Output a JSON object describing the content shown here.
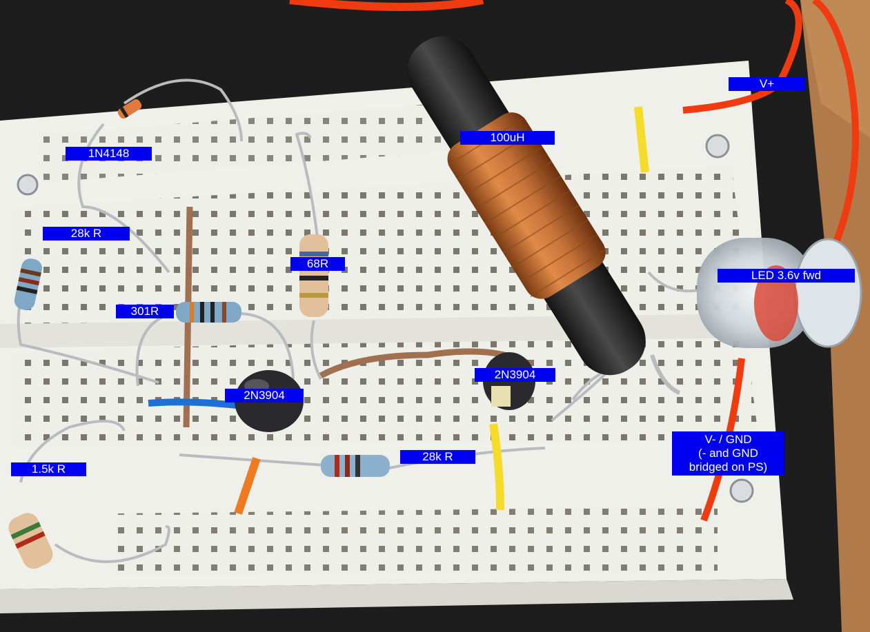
{
  "labels": {
    "diode": "1N4148",
    "resistor_28k_top": "28k R",
    "resistor_301": "301R",
    "resistor_68": "68R",
    "inductor": "100uH",
    "v_plus": "V+",
    "led": "LED 3.6v fwd",
    "transistor_left": "2N3904",
    "transistor_right": "2N3904",
    "resistor_28k_bottom": "28k R",
    "resistor_1_5k": "1.5k R",
    "gnd": "V- / GND\n(- and GND\nbridged on PS)"
  },
  "colors": {
    "label_bg": "#0000f0",
    "label_text": "#ffffff",
    "breadboard": "#efefe9",
    "copper": "#c8743a",
    "wire_red": "#f03a10",
    "wire_yellow": "#f5dc2a",
    "wire_blue": "#1e6fd6",
    "wire_orange": "#f07a20"
  }
}
